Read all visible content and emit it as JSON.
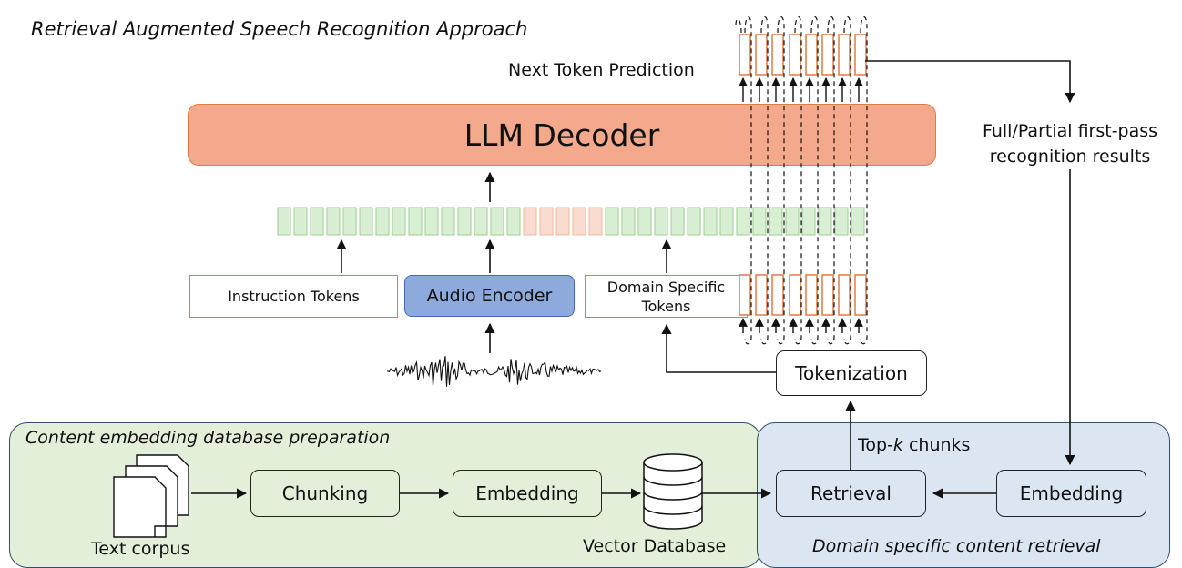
{
  "title": "Retrieval Augmented Speech Recognition Approach",
  "next_token_label": "Next Token Prediction",
  "decoder_label": "LLM Decoder",
  "first_pass_label_line1": "Full/Partial first-pass",
  "first_pass_label_line2": "recognition results",
  "instruction_label": "Instruction Tokens",
  "audio_encoder_label": "Audio Encoder",
  "domain_tokens_line1": "Domain Specific",
  "domain_tokens_line2": "Tokens",
  "tokenization_label": "Tokenization",
  "topk_prefix": "Top-",
  "topk_k": "k",
  "topk_suffix": " chunks",
  "left_panel": {
    "title": "Content embedding database preparation",
    "corpus_label": "Text corpus",
    "chunking_label": "Chunking",
    "embedding_label": "Embedding",
    "db_label": "Vector Database"
  },
  "right_panel": {
    "title": "Domain specific content retrieval",
    "retrieval_label": "Retrieval",
    "embedding_label": "Embedding"
  },
  "colors": {
    "decoder_fill": "#f4a98d",
    "decoder_border": "#e07b45",
    "encoder_fill": "#8ea9db",
    "encoder_border": "#4468b0",
    "token_orange": "#e07b45",
    "token_green_fill": "#d8efd3",
    "token_green_border": "#9ccf93",
    "token_pink_fill": "#f9dccf",
    "left_panel_fill": "#e3efd9",
    "right_panel_fill": "#dce6f2",
    "panel_border": "#2f4f6f"
  }
}
